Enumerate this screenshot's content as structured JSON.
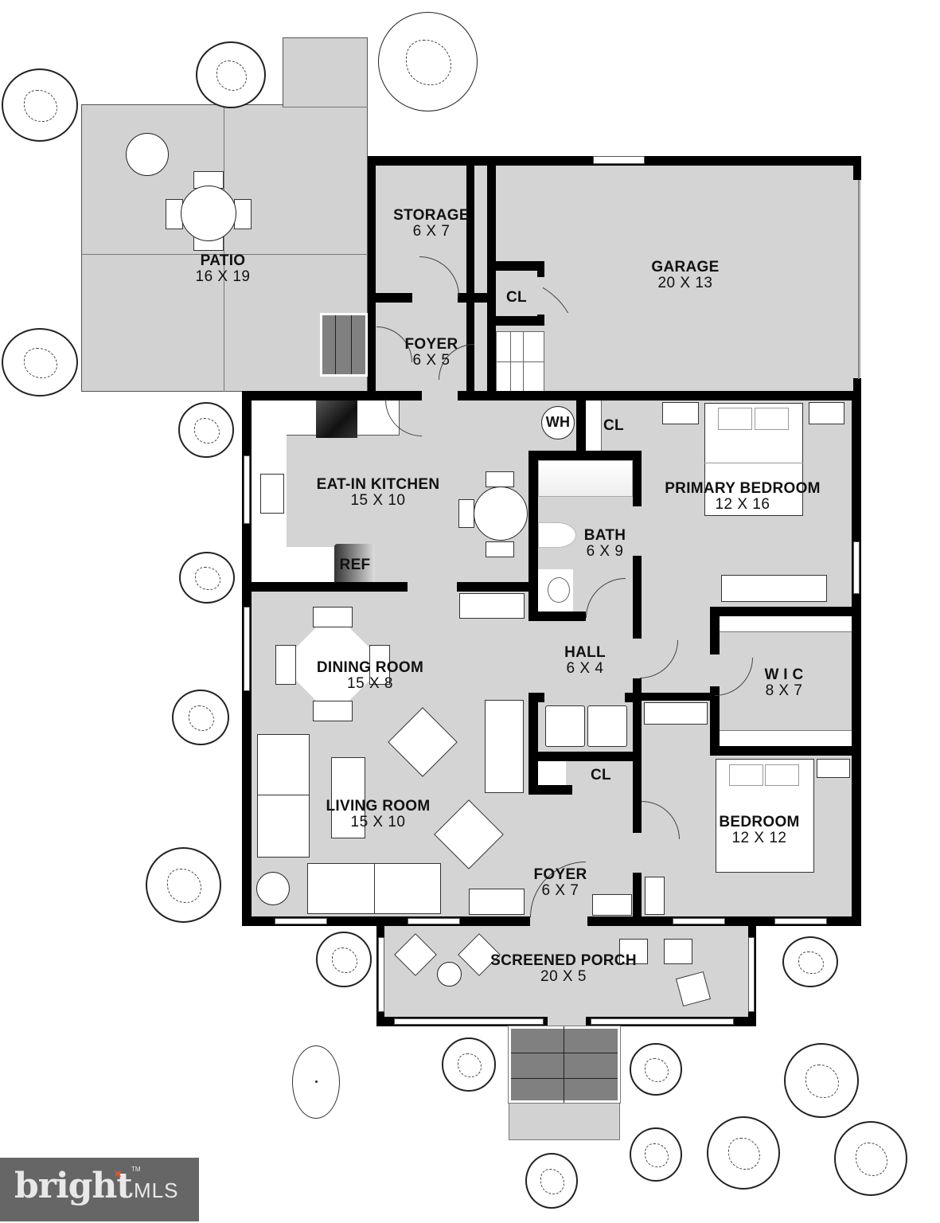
{
  "plan": {
    "type": "floor-plan",
    "rooms": [
      {
        "id": "patio",
        "name": "PATIO",
        "dims": "16 X 19"
      },
      {
        "id": "storage",
        "name": "STORAGE",
        "dims": "6 X 7"
      },
      {
        "id": "garage",
        "name": "GARAGE",
        "dims": "20 X 13"
      },
      {
        "id": "closet-garage",
        "name": "CL",
        "dims": ""
      },
      {
        "id": "foyer-rear",
        "name": "FOYER",
        "dims": "6 X 5"
      },
      {
        "id": "kitchen",
        "name": "EAT-IN KITCHEN",
        "dims": "15 X 10"
      },
      {
        "id": "water-heater",
        "name": "WH",
        "dims": ""
      },
      {
        "id": "closet-primary",
        "name": "CL",
        "dims": ""
      },
      {
        "id": "primary-bedroom",
        "name": "PRIMARY BEDROOM",
        "dims": "12 X 16"
      },
      {
        "id": "bath",
        "name": "BATH",
        "dims": "6 X 9"
      },
      {
        "id": "refrigerator",
        "name": "REF",
        "dims": ""
      },
      {
        "id": "dining-room",
        "name": "DINING ROOM",
        "dims": "15 X 8"
      },
      {
        "id": "hall",
        "name": "HALL",
        "dims": "6 X 4"
      },
      {
        "id": "wic",
        "name": "W I C",
        "dims": "8 X 7"
      },
      {
        "id": "closet-hall",
        "name": "CL",
        "dims": ""
      },
      {
        "id": "living-room",
        "name": "LIVING ROOM",
        "dims": "15 X 10"
      },
      {
        "id": "bedroom",
        "name": "BEDROOM",
        "dims": "12 X 12"
      },
      {
        "id": "foyer-front",
        "name": "FOYER",
        "dims": "6 X 7"
      },
      {
        "id": "screened-porch",
        "name": "SCREENED PORCH",
        "dims": "20 X 5"
      }
    ]
  },
  "watermark": {
    "brand": "bright",
    "suffix": "MLS",
    "trademark": "TM",
    "accent_color": "#e2532b",
    "background_color": "#666666"
  },
  "colors": {
    "floor": "#d4d4d4",
    "wall": "#000000",
    "stairs": "#808080"
  }
}
